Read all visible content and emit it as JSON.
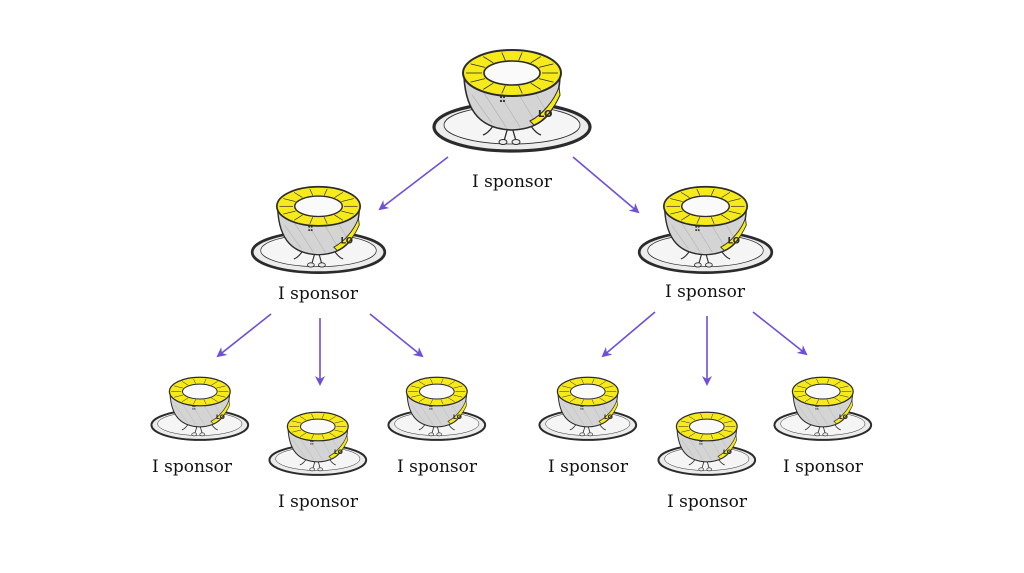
{
  "colors": {
    "arrow": "#6f4fd8",
    "lid": "#f7ea1b",
    "outline": "#2b2b2b",
    "plate": "#ececec",
    "body": "#d4d4d4"
  },
  "icon": "yellow-lidded-pot-character-icon",
  "nodes": [
    {
      "id": "root",
      "label": "I sponsor"
    },
    {
      "id": "l1-left",
      "label": "I sponsor"
    },
    {
      "id": "l1-right",
      "label": "I sponsor"
    },
    {
      "id": "l2-left-a",
      "label": "I sponsor"
    },
    {
      "id": "l2-left-b",
      "label": "I sponsor"
    },
    {
      "id": "l2-left-c",
      "label": "I sponsor"
    },
    {
      "id": "l2-right-a",
      "label": "I sponsor"
    },
    {
      "id": "l2-right-b",
      "label": "I sponsor"
    },
    {
      "id": "l2-right-c",
      "label": "I sponsor"
    }
  ],
  "edges": [
    {
      "from": "root",
      "to": "l1-left"
    },
    {
      "from": "root",
      "to": "l1-right"
    },
    {
      "from": "l1-left",
      "to": "l2-left-a"
    },
    {
      "from": "l1-left",
      "to": "l2-left-b"
    },
    {
      "from": "l1-left",
      "to": "l2-left-c"
    },
    {
      "from": "l1-right",
      "to": "l2-right-a"
    },
    {
      "from": "l1-right",
      "to": "l2-right-b"
    },
    {
      "from": "l1-right",
      "to": "l2-right-c"
    }
  ]
}
